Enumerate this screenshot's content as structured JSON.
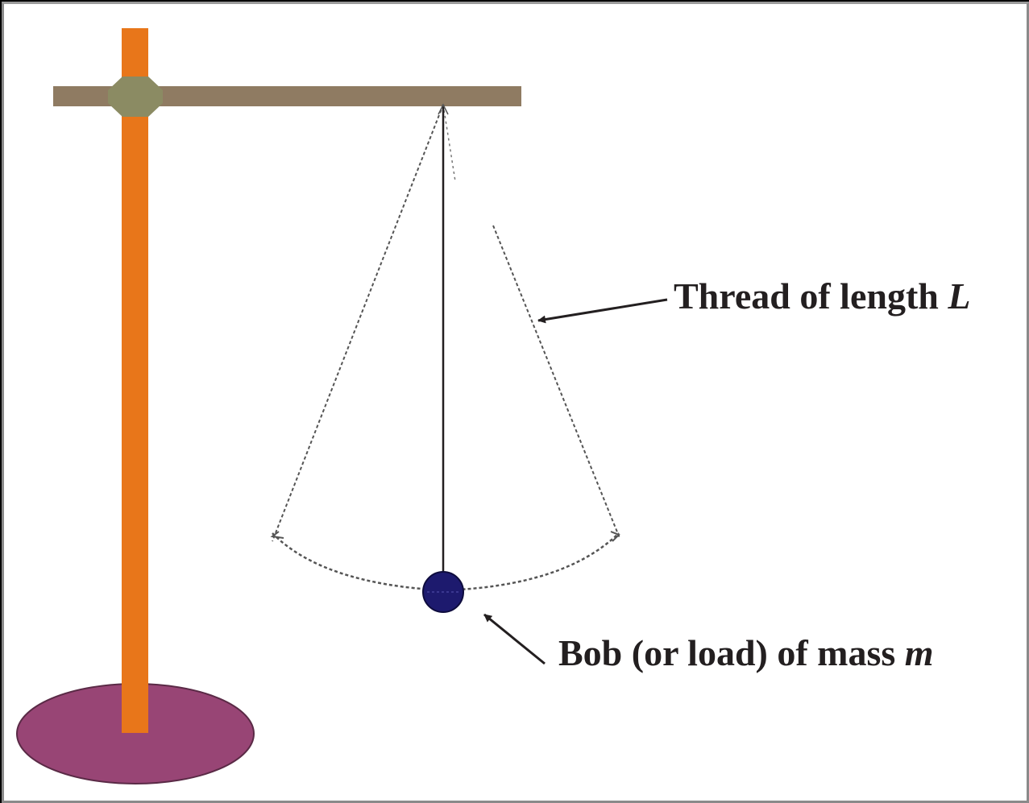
{
  "diagram": {
    "labels": {
      "thread_prefix": "Thread of length ",
      "thread_var": "L",
      "bob_prefix": "Bob (or load) of mass ",
      "bob_var": "m"
    },
    "colors": {
      "stand_post": "#e8761a",
      "crossbar": "#8f7b62",
      "clamp": "#8b8b63",
      "base": "#984575",
      "bob": "#1d1a6e",
      "thread": "#231f20",
      "background": "#ffffff"
    },
    "components": [
      "retort-stand",
      "crossbar",
      "clamp",
      "base",
      "thread",
      "bob",
      "swing-arc"
    ]
  }
}
